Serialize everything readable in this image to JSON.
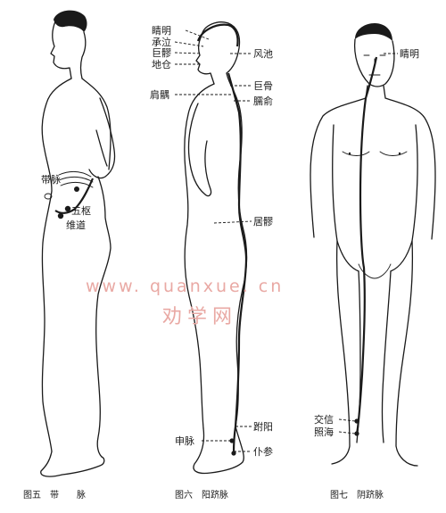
{
  "watermark": {
    "url": "www. quanxue. cn",
    "name": "劝学网"
  },
  "figures": [
    {
      "caption": "图五　带　　脉",
      "points": [
        "带脉",
        "五枢",
        "维道"
      ]
    },
    {
      "caption": "图六　阳跻脉",
      "points": [
        "睛明",
        "承泣",
        "巨髎",
        "地仓",
        "风池",
        "巨骨",
        "肩髃",
        "臑俞",
        "居髎",
        "跗阳",
        "申脉",
        "仆参"
      ]
    },
    {
      "caption": "图七　阴跻脉",
      "points": [
        "睛明",
        "交信",
        "照海"
      ]
    }
  ],
  "colors": {
    "ink": "#1a1a1a",
    "watermark": "#e9a9a4",
    "paper": "#ffffff"
  }
}
